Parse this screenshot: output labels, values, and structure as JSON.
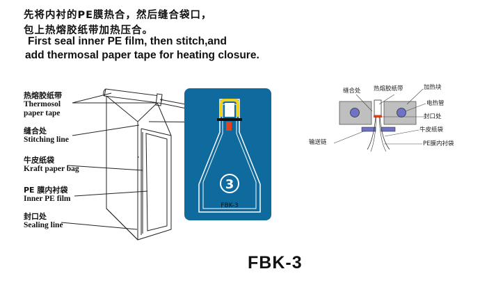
{
  "header": {
    "cn_line1": "先将内衬的PE膜热合，然后缝合袋口，",
    "cn_line2": "包上热熔胶纸带加热压合。",
    "en_line1": "First seal  inner PE film, then stitch,and",
    "en_line2": "add thermosal paper tape for heating closure."
  },
  "bag_labels": {
    "tape_cn": "热熔胶纸带",
    "tape_en1": "Thermosol",
    "tape_en2": "paper tape",
    "stitch_cn": "缝合处",
    "stitch_en": "Stitching line",
    "kraft_cn": "牛皮纸袋",
    "kraft_en": "Kraft paper bag",
    "pe_cn": "PE 膜内衬袋",
    "pe_en": "Inner PE film",
    "seal_cn": "封口处",
    "seal_en": "Sealing line"
  },
  "panel": {
    "badge_number": "3",
    "badge_text": "FBK-3",
    "bg_color": "#0f6a9e"
  },
  "machine_labels": {
    "stitch": "缝合处",
    "tape": "热熔胶纸带",
    "heater_block": "加热块",
    "heat_pipe": "电热管",
    "seal": "封口处",
    "conveyor": "输送链",
    "kraft": "牛皮纸袋",
    "pe": "PE膜内衬袋"
  },
  "model": "FBK-3",
  "colors": {
    "panel_blue": "#0f6a9e",
    "block_gray": "#bfbfbf",
    "roller_blue": "#6f72c7",
    "tape_yellow": "#f2d21a",
    "stitch_red": "#e0421e"
  }
}
